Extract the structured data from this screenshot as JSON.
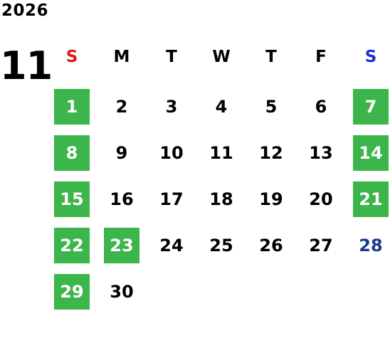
{
  "calendar": {
    "year": "2026",
    "month": "11",
    "weekdays": [
      {
        "label": "S",
        "color": "#e01515"
      },
      {
        "label": "M",
        "color": "#000000"
      },
      {
        "label": "T",
        "color": "#000000"
      },
      {
        "label": "W",
        "color": "#000000"
      },
      {
        "label": "T",
        "color": "#000000"
      },
      {
        "label": "F",
        "color": "#000000"
      },
      {
        "label": "S",
        "color": "#1a2fd8"
      }
    ],
    "colors": {
      "highlight_bg": "#3cb54a",
      "highlight_text": "#ffffff",
      "normal_text": "#000000",
      "saturday_text": "#1e3a8a"
    },
    "weeks": [
      [
        {
          "day": "1",
          "highlight": true
        },
        {
          "day": "2",
          "highlight": false
        },
        {
          "day": "3",
          "highlight": false
        },
        {
          "day": "4",
          "highlight": false
        },
        {
          "day": "5",
          "highlight": false
        },
        {
          "day": "6",
          "highlight": false
        },
        {
          "day": "7",
          "highlight": true
        }
      ],
      [
        {
          "day": "8",
          "highlight": true
        },
        {
          "day": "9",
          "highlight": false
        },
        {
          "day": "10",
          "highlight": false
        },
        {
          "day": "11",
          "highlight": false
        },
        {
          "day": "12",
          "highlight": false
        },
        {
          "day": "13",
          "highlight": false
        },
        {
          "day": "14",
          "highlight": true
        }
      ],
      [
        {
          "day": "15",
          "highlight": true
        },
        {
          "day": "16",
          "highlight": false
        },
        {
          "day": "17",
          "highlight": false
        },
        {
          "day": "18",
          "highlight": false
        },
        {
          "day": "19",
          "highlight": false
        },
        {
          "day": "20",
          "highlight": false
        },
        {
          "day": "21",
          "highlight": true
        }
      ],
      [
        {
          "day": "22",
          "highlight": true
        },
        {
          "day": "23",
          "highlight": true
        },
        {
          "day": "24",
          "highlight": false
        },
        {
          "day": "25",
          "highlight": false
        },
        {
          "day": "26",
          "highlight": false
        },
        {
          "day": "27",
          "highlight": false
        },
        {
          "day": "28",
          "highlight": false,
          "saturday": true
        }
      ],
      [
        {
          "day": "29",
          "highlight": true
        },
        {
          "day": "30",
          "highlight": false
        }
      ]
    ]
  }
}
